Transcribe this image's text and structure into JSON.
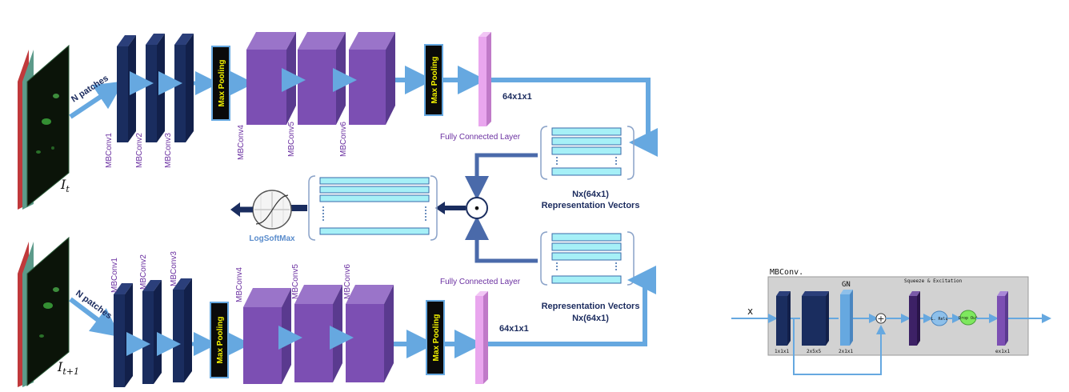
{
  "main_diagram": {
    "top_branch": {
      "frame_label_base": "I",
      "frame_label_sub": "t",
      "patches_label": "N patches",
      "conv_labels": [
        "MBConv1",
        "MBConv2",
        "MBConv3",
        "MBConv4",
        "MBConv5",
        "MBConv6"
      ],
      "pool_labels": [
        "Max Pooling",
        "Max Pooling"
      ],
      "fc_dim": "64x1x1",
      "fc_label": "Fully Connected Layer"
    },
    "bottom_branch": {
      "frame_label_base": "I",
      "frame_label_sub": "t+1",
      "patches_label": "N patches",
      "conv_labels": [
        "MBConv1",
        "MBConv2",
        "MBConv3",
        "MBConv4",
        "MBConv5",
        "MBConv6"
      ],
      "pool_labels": [
        "Max Pooling",
        "Max Pooling"
      ],
      "fc_dim": "64x1x1",
      "fc_label": "Fully Connected Layer"
    },
    "top_vectors_caption": [
      "Nx(64x1)",
      "Representation Vectors"
    ],
    "bottom_vectors_caption": [
      "Representation Vectors",
      "Nx(64x1)"
    ],
    "dot_symbol": "•",
    "output_label": "LogSoftMax",
    "colors": {
      "dark_navy": "#1a2d5f",
      "purple": "#7c4fb3",
      "pink": "#e9a6ee",
      "arrow_blue": "#66a8e0",
      "cyan": "#a6f0f7",
      "pool_yellow": "#f3f300"
    }
  },
  "mbconv_inset": {
    "title": "MBConv.",
    "input_label": "x",
    "gn_label": "GN",
    "squeeze_label": "Squeeze & Excitation",
    "relu_label": "L. Relu",
    "dropout_label": "Drop Out",
    "plus_symbol": "+",
    "dim_labels": [
      "1x1x1",
      "2x5x5",
      "2x1x1",
      "ex1x1"
    ]
  }
}
